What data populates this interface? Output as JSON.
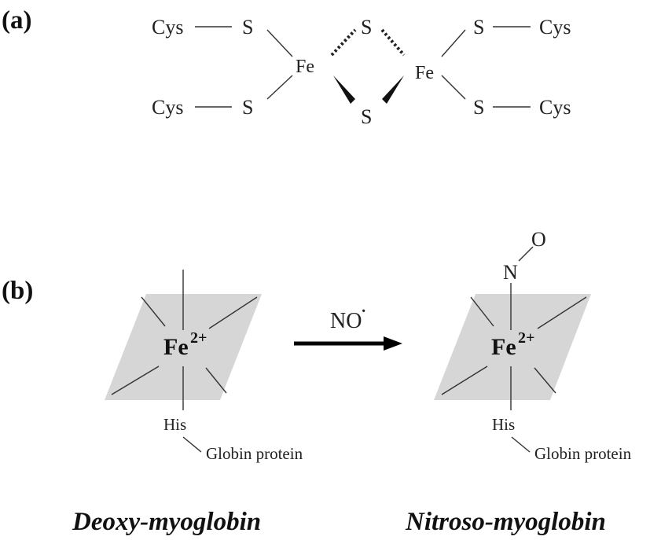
{
  "panel_a": {
    "label": "(a)",
    "cys": "Cys",
    "s": "S",
    "fe": "Fe"
  },
  "panel_b": {
    "label": "(b)",
    "fe": "Fe",
    "charge": "2+",
    "his": "His",
    "globin": "Globin protein",
    "reagent": "NO",
    "radical_dot": "·",
    "n": "N",
    "o": "O",
    "left_caption": "Deoxy-myoglobin",
    "right_caption": "Nitroso-myoglobin"
  }
}
